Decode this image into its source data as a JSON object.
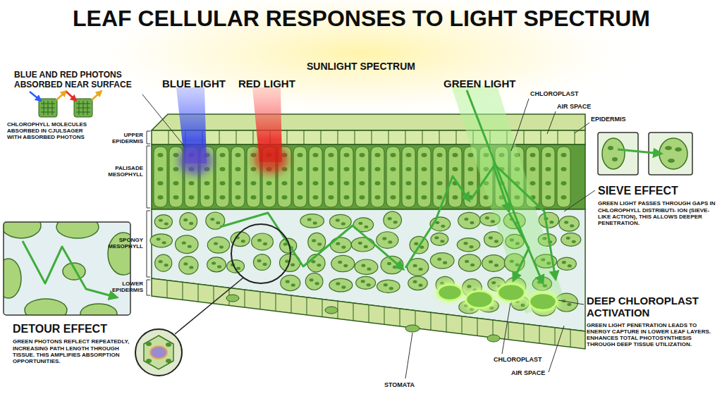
{
  "diagram": {
    "title": "LEAF CELLULAR RESPONSES TO LIGHT SPECTRUM",
    "labels": [
      "SUNLIGHT SPECTRUM",
      "BLUE LIGHT",
      "RED LIGHT",
      "GREEN LIGHT",
      "BLUE AND RED PHOTONS ABSORBED NEAR SURFACE",
      "CHLOROPHYLL MOLECULES ABSORBED IN CJULSAGER WITH ABSORBED PHOTONS",
      "UPPER EPIDERMIS",
      "PALISADE MESOPHYLL",
      "SPONGY MESOPHYLL",
      "LOWER EPIDERMIS",
      "CHLOROPLAST",
      "AIR SPACE",
      "EPIDERMIS",
      "SIEVE EFFECT",
      "GREEN LIGHT PASSES THROUGH GAPS IN CHLOROPHYLL DISTRIBUTI- ION (SIEVE-LIKE ACTION), THIS ALLOWS DEEPER PENETRATION.",
      "DEEP CHLOROPLAST ACTIVATION",
      "GREEN LIGHT PENETRATION LEADS TO ENERGY CAPTURE IN LOWER LEAF LAYERS. ENHANCES TOTAL PHOTOSYNTHESIS THROUGH DEEP TISSUE UTILIZATION.",
      "DETOUR EFFECT",
      "GREEN PHOTONS REFLECT REPEATEDLY, INCREASING PATH LENGTH THROUGH TISSUE. THIS AMPLIFIES ABSORPTION OPPORTUNITIES.",
      "CHLOROPLAST",
      "AIR SPACE",
      "STOMATA"
    ]
  }
}
